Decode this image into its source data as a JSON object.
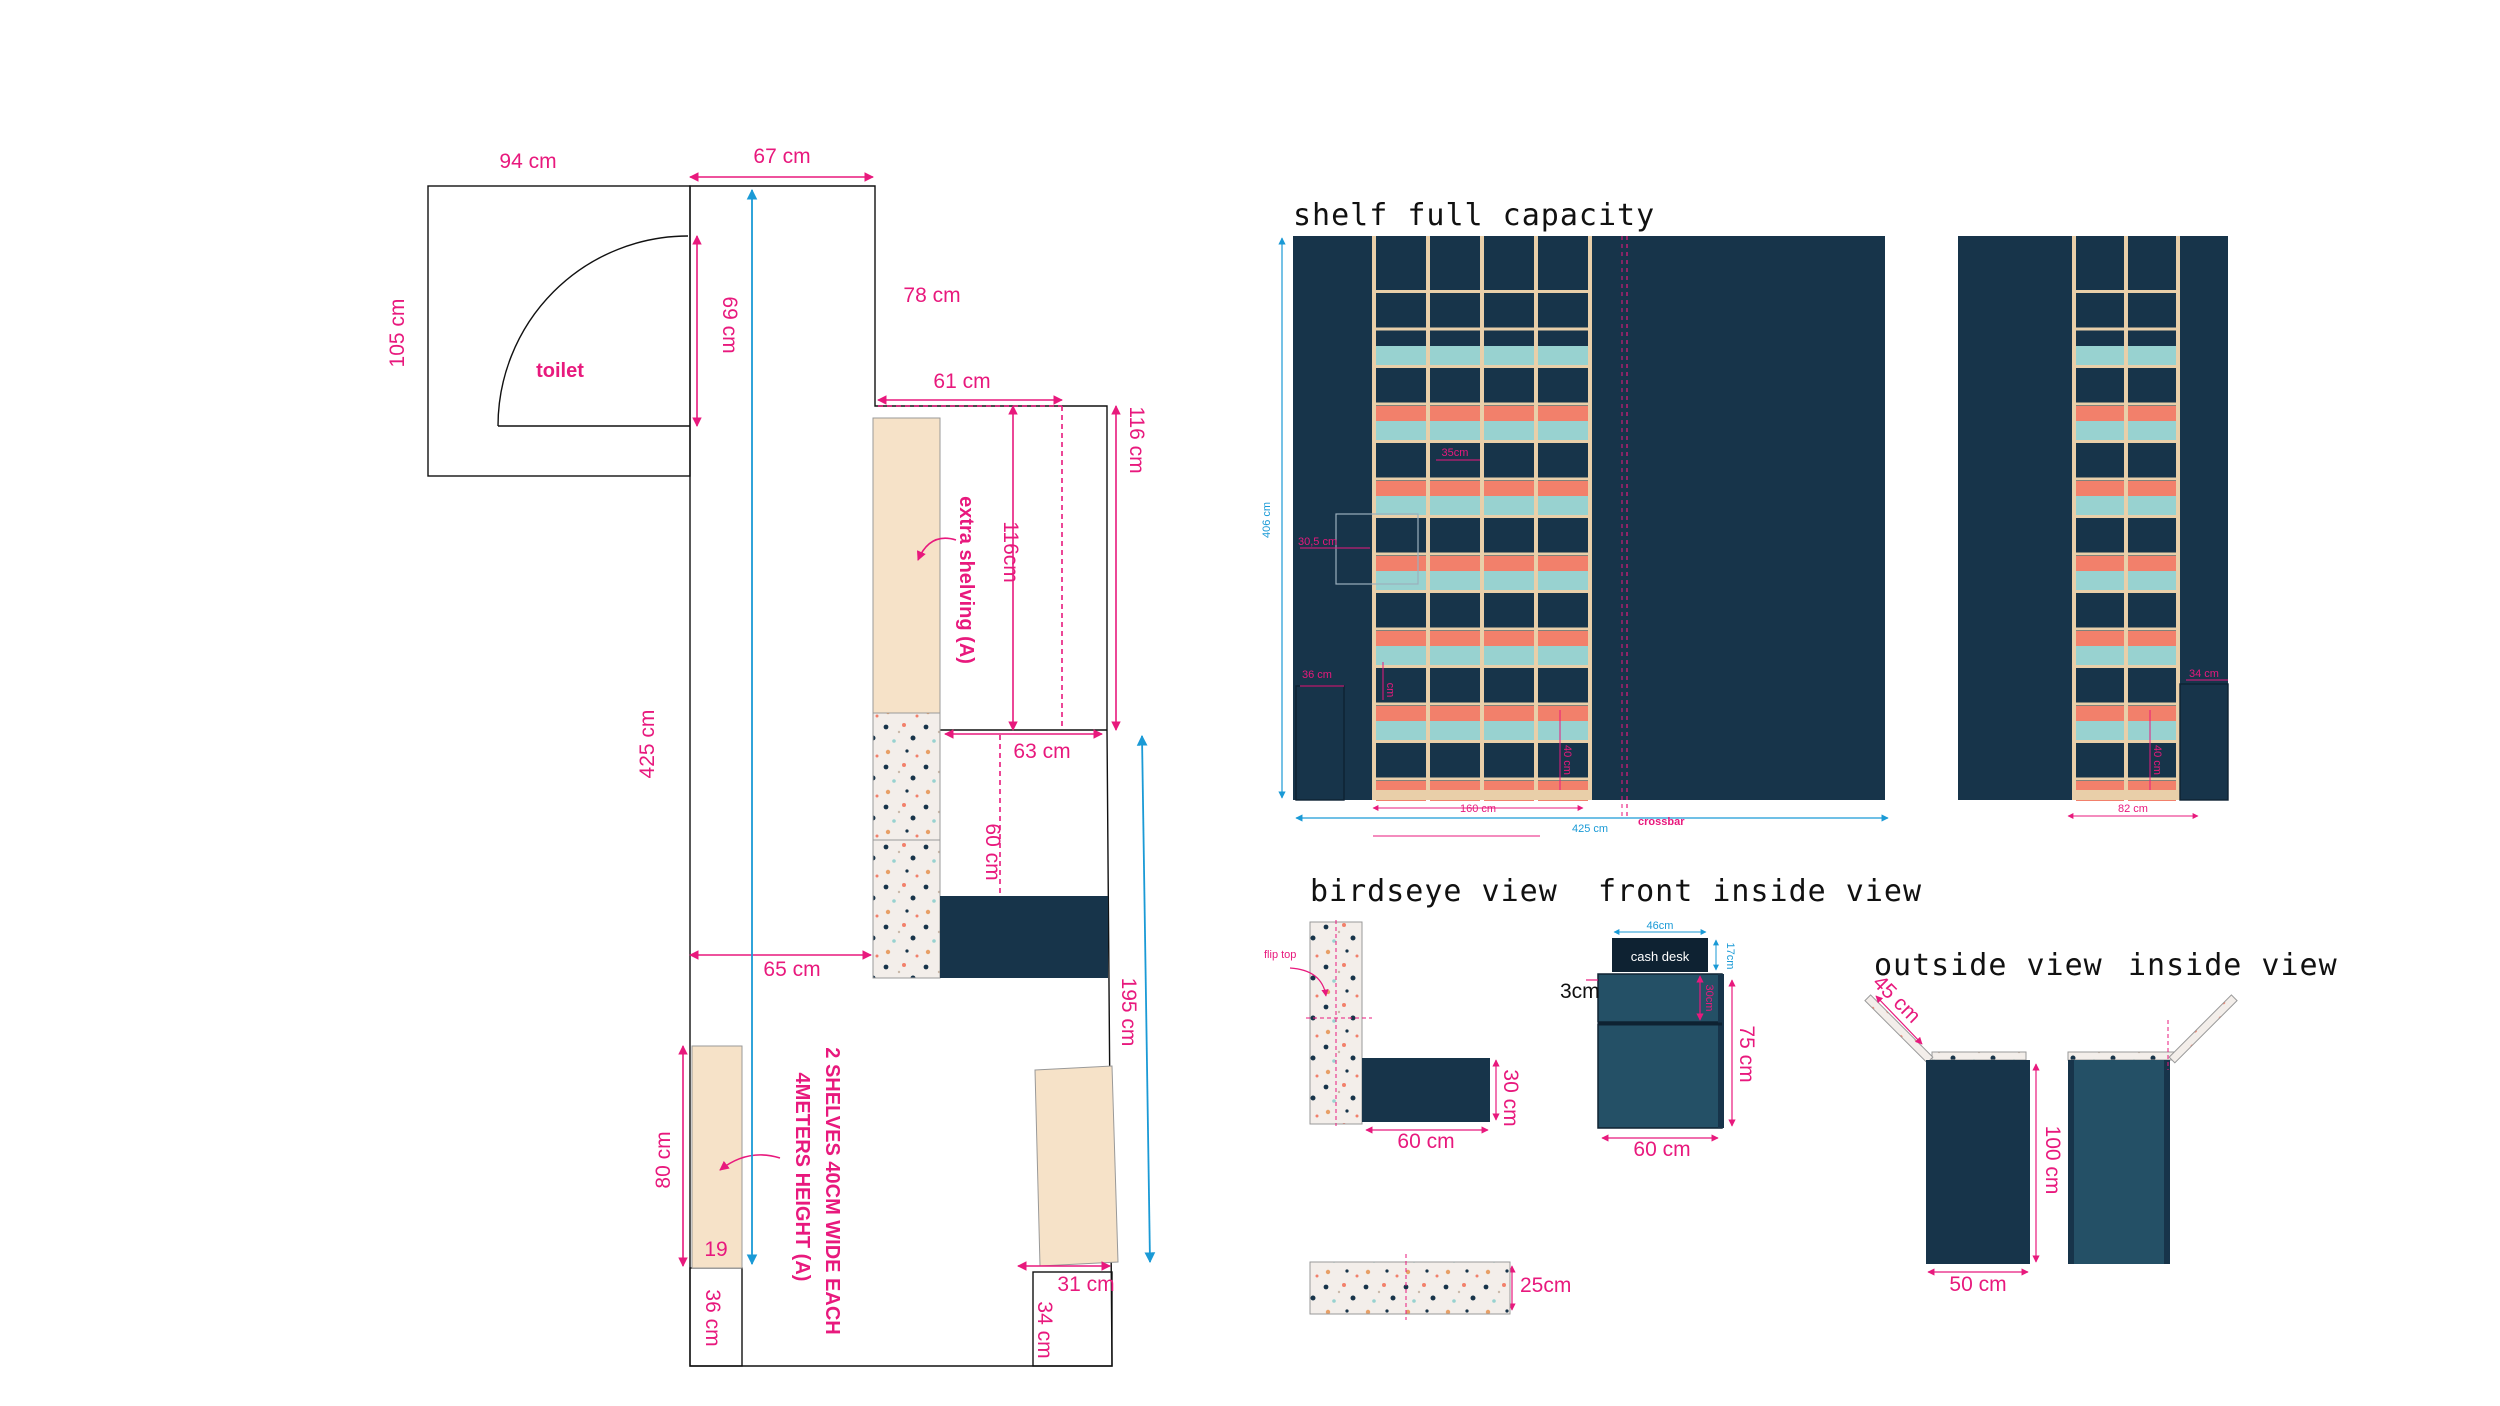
{
  "colors": {
    "navy": "#17344a",
    "navy_light": "#245066",
    "pink": "#e8197d",
    "blue": "#1a9ad6",
    "beige": "#f6e2c8",
    "teal": "#98d2d0",
    "coral": "#f2806b",
    "wood": "#e9cfa9"
  },
  "floorplan": {
    "toilet_label": "toilet",
    "dim_94": "94 cm",
    "dim_67": "67 cm",
    "dim_105": "105 cm",
    "dim_69": "69 cm",
    "dim_78": "78 cm",
    "dim_61": "61 cm",
    "dim_116_right": "116 cm",
    "dim_116_inner": "116cm",
    "extra_shelving": "extra shelving (A)",
    "dim_425": "425 cm",
    "dim_63": "63 cm",
    "dim_60": "60 cm",
    "dim_65": "65 cm",
    "dim_195": "195 cm",
    "note_line1": "2 SHELVES 40CM WIDE EACH",
    "note_line2": "4METERS HEIGHT (A)",
    "dim_80": "80 cm",
    "dim_19": "19",
    "dim_36": "36 cm",
    "dim_31": "31 cm",
    "dim_34": "34 cm"
  },
  "shelf_view": {
    "title": "shelf full capacity",
    "dim_406": "406 cm",
    "dim_35": "35cm",
    "dim_30_5": "30,5 cm",
    "dim_36": "36 cm",
    "dim_40": "40 cm",
    "dim_cm": "cm",
    "dim_160": "160 cm",
    "dim_425": "425 cm",
    "crossbar": "crossbar",
    "dim_34": "34 cm",
    "dim_82": "82 cm"
  },
  "birdseye": {
    "title": "birdseye view",
    "flip_top": "flip top",
    "dim_30": "30 cm",
    "dim_60": "60 cm",
    "dim_25": "25cm"
  },
  "front_inside": {
    "title": "front inside view",
    "dim_46": "46cm",
    "cash_desk": "cash desk",
    "dim_17": "17cm",
    "dim_30": "30cm",
    "dim_3": "3cm",
    "dim_75": "75 cm",
    "dim_60": "60 cm"
  },
  "outside": {
    "title": "outside view",
    "dim_45": "45 cm",
    "dim_100": "100 cm",
    "dim_50": "50 cm"
  },
  "inside": {
    "title": "inside view"
  }
}
